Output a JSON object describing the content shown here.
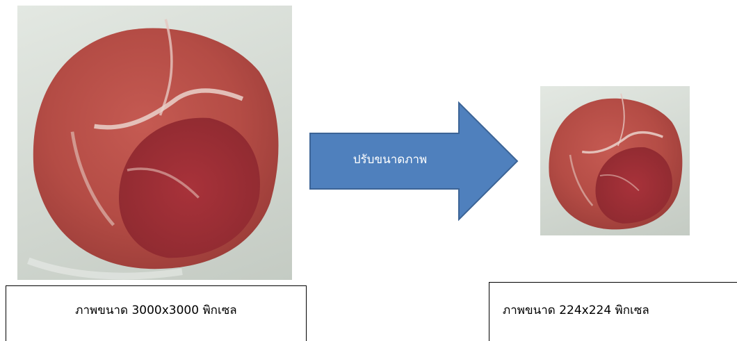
{
  "arrow_label": "ปรับขนาดภาพ",
  "original_image": {
    "caption": "ภาพขนาด 3000x3000 พิกเซล",
    "subject": "raw meat slice on white plate"
  },
  "resized_image": {
    "caption": "ภาพขนาด 224x224 พิกเซล",
    "subject": "raw meat slice on white plate"
  },
  "colors": {
    "arrow_fill": "#4f80bd",
    "arrow_stroke": "#3c6496",
    "meat": "#b9514a",
    "plate": "#dfe4de"
  }
}
